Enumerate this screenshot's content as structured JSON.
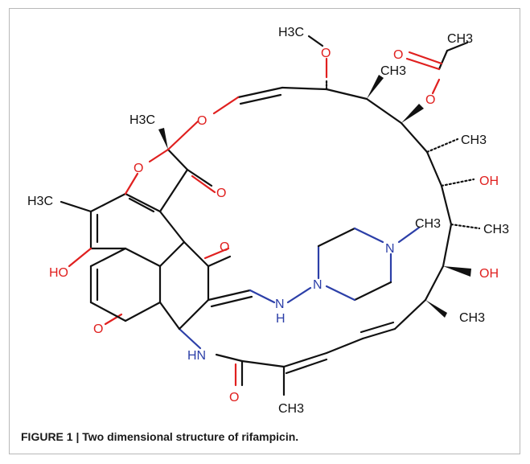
{
  "caption": {
    "label": "FIGURE 1 |",
    "title": "Two dimensional structure of rifampicin."
  },
  "atoms": {
    "methoxy_methyl": "H3C",
    "methoxy_o": "O",
    "acetyl_methyl": "CH3",
    "acetyl_carbonyl_o": "O",
    "acetyl_ester_o": "O",
    "ch3_c23": "CH3",
    "ch3_c25": "CH3",
    "oh_c26": "OH",
    "ch3_piperazine": "CH3",
    "ch3_c27": "CH3",
    "oh_c28": "OH",
    "ch3_c29": "CH3",
    "ansa_o": "O",
    "ketal_methyl": "H3C",
    "furan_o": "O",
    "furanone_o": "O",
    "aryl_methyl": "H3C",
    "phenol_oh": "HO",
    "quinone_o_upper": "O",
    "quinone_o_lower": "O",
    "piperazine_n4": "N",
    "piperazine_n1": "N",
    "hydrazone_nh_n": "N",
    "hydrazone_nh_h": "H",
    "amide_nh": "HN",
    "amide_o": "O",
    "vinyl_methyl": "CH3"
  },
  "colors": {
    "carbon": "#111111",
    "oxygen": "#e0201f",
    "nitrogen": "#2c3fa8"
  }
}
